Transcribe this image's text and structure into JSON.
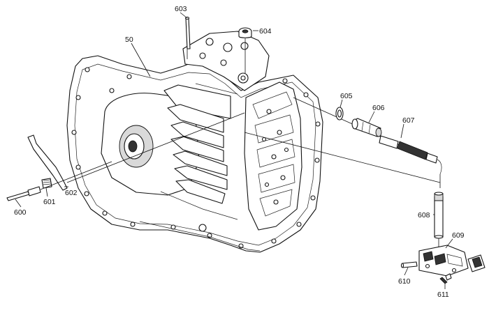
{
  "labels": {
    "50": "50",
    "600": "600",
    "601": "601",
    "602": "602",
    "603": "603",
    "604": "604",
    "605": "605",
    "606": "606",
    "607": "607",
    "608": "608",
    "609": "609",
    "610": "610",
    "611": "611"
  }
}
